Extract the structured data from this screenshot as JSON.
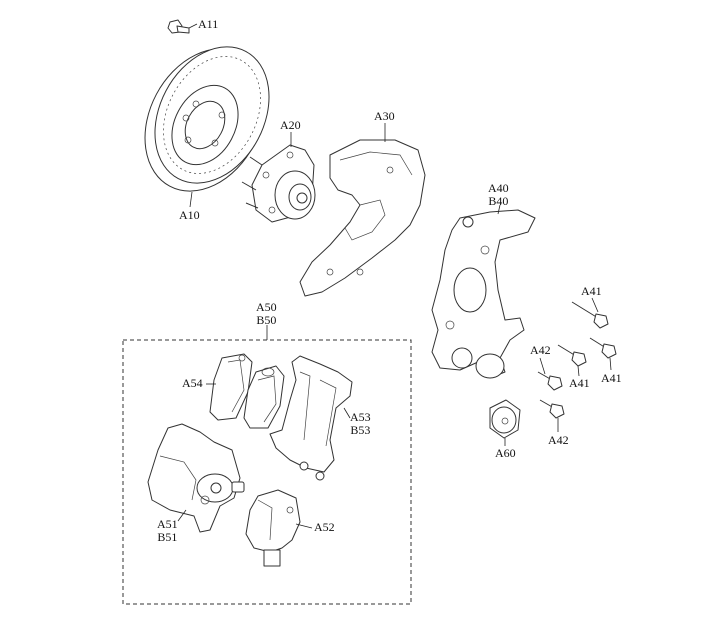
{
  "callouts": {
    "a11": "A11",
    "a10": "A10",
    "a20": "A20",
    "a30": "A30",
    "a40": "A40",
    "b40": "B40",
    "a41_top": "A41",
    "a41_mid": "A41",
    "a41_right": "A41",
    "a42_top": "A42",
    "a42_bottom": "A42",
    "a60": "A60",
    "a50": "A50",
    "b50": "B50",
    "a54": "A54",
    "a53": "A53",
    "b53": "B53",
    "a51": "A51",
    "b51": "B51",
    "a52": "A52"
  },
  "parts": [
    {
      "id": "A11",
      "icon": "bleeder-screw-icon"
    },
    {
      "id": "A10",
      "icon": "brake-disc-icon"
    },
    {
      "id": "A20",
      "icon": "wheel-hub-icon"
    },
    {
      "id": "A30",
      "icon": "splash-shield-icon"
    },
    {
      "id": "A40",
      "icon": "steering-knuckle-icon"
    },
    {
      "id": "A41",
      "icon": "bolt-icon"
    },
    {
      "id": "A42",
      "icon": "bolt-icon"
    },
    {
      "id": "A60",
      "icon": "bushing-icon"
    },
    {
      "id": "A50",
      "icon": "caliper-kit-group"
    },
    {
      "id": "A54",
      "icon": "brake-pad-icon"
    },
    {
      "id": "A53",
      "icon": "caliper-bracket-icon"
    },
    {
      "id": "A51",
      "icon": "caliper-housing-icon"
    },
    {
      "id": "A52",
      "icon": "parking-brake-motor-icon"
    }
  ],
  "colors": {
    "line": "#333333",
    "background": "#ffffff"
  }
}
